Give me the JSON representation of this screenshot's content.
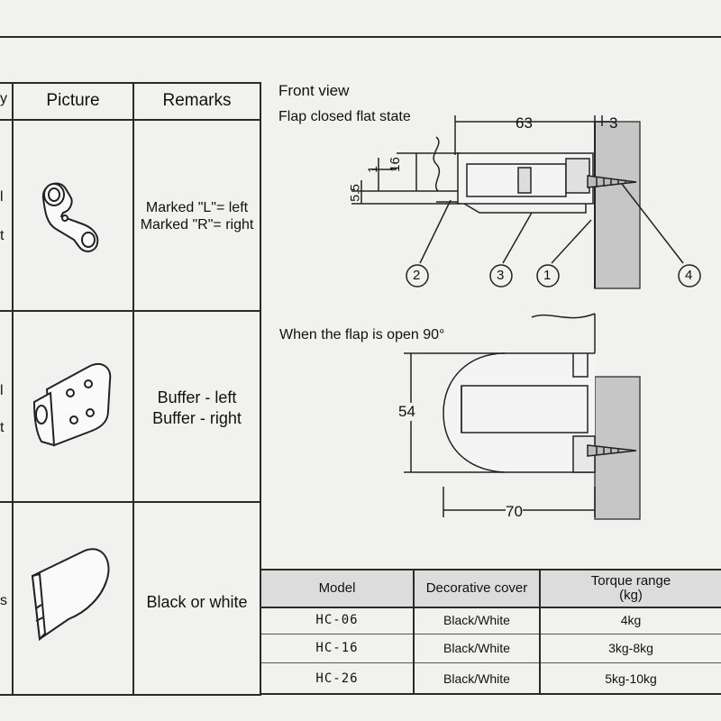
{
  "parts_table": {
    "headers": {
      "cut_left": "y",
      "picture": "Picture",
      "remarks": "Remarks"
    },
    "rows": [
      {
        "cut_top": "l",
        "cut_bottom": "t",
        "picture_icon": "hinge-bracket-icon",
        "remark_lines": [
          "Marked \"L\"= left",
          "Marked \"R\"= right"
        ]
      },
      {
        "cut_top": "l",
        "cut_bottom": "t",
        "picture_icon": "buffer-plate-icon",
        "remark_lines": [
          "Buffer - left",
          "Buffer - right"
        ]
      },
      {
        "cut_top": "s",
        "picture_icon": "decorative-cover-icon",
        "remark_lines": [
          "Black or white"
        ]
      }
    ]
  },
  "front_view": {
    "title": "Front view",
    "closed_caption": "Flap closed flat state",
    "open_caption": "When the flap is open 90°",
    "dimensions": {
      "length_closed": "63",
      "gap": "3",
      "height_16": "16",
      "height_1": "1",
      "height_5_5": "5.5",
      "height_54": "54",
      "length_open": "70"
    },
    "callouts": [
      "2",
      "3",
      "1",
      "4"
    ]
  },
  "model_table": {
    "headers": {
      "model": "Model",
      "cover": "Decorative cover",
      "torque_line1": "Torque range",
      "torque_line2": "(kg)"
    },
    "rows": [
      {
        "model": "HC-06",
        "cover": "Black/White",
        "torque": "4kg"
      },
      {
        "model": "HC-16",
        "cover": "Black/White",
        "torque": "3kg-8kg"
      },
      {
        "model": "HC-26",
        "cover": "Black/White",
        "torque": "5kg-10kg"
      }
    ]
  }
}
